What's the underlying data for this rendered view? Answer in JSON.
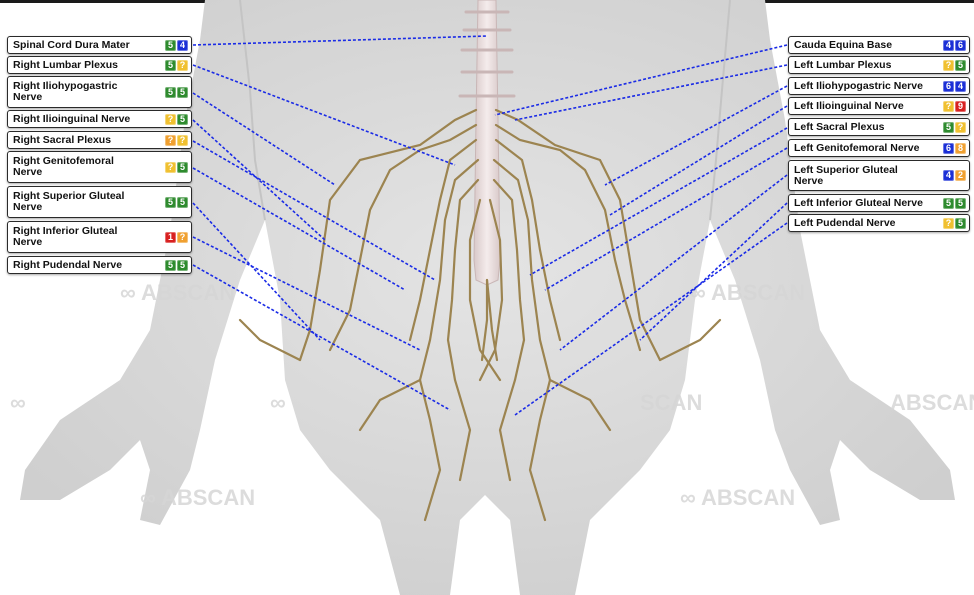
{
  "right_labels": [
    {
      "name": "Spinal Cord Dura Mater",
      "badges": [
        "5",
        "4"
      ],
      "colors": [
        "green",
        "blue"
      ]
    },
    {
      "name": "Right Lumbar Plexus",
      "badges": [
        "5",
        "?"
      ],
      "colors": [
        "green",
        "yellow"
      ]
    },
    {
      "name": "Right Iliohypogastric Nerve",
      "badges": [
        "5",
        "5"
      ],
      "colors": [
        "green",
        "green"
      ]
    },
    {
      "name": "Right Ilioinguinal Nerve",
      "badges": [
        "?",
        "5"
      ],
      "colors": [
        "yellow",
        "green"
      ]
    },
    {
      "name": "Right Sacral Plexus",
      "badges": [
        "?",
        "?"
      ],
      "colors": [
        "orange",
        "yellow"
      ]
    },
    {
      "name": "Right Genitofemoral Nerve",
      "badges": [
        "?",
        "5"
      ],
      "colors": [
        "yellow",
        "green"
      ]
    },
    {
      "name": "Right Superior Gluteal Nerve",
      "badges": [
        "5",
        "5"
      ],
      "colors": [
        "green",
        "green"
      ]
    },
    {
      "name": "Right Inferior Gluteal Nerve",
      "badges": [
        "1",
        "?"
      ],
      "colors": [
        "red",
        "orange"
      ]
    },
    {
      "name": "Right Pudendal Nerve",
      "badges": [
        "5",
        "5"
      ],
      "colors": [
        "green",
        "green"
      ]
    }
  ],
  "left_labels": [
    {
      "name": "Cauda Equina Base",
      "badges": [
        "4",
        "6"
      ],
      "colors": [
        "blue",
        "blue"
      ]
    },
    {
      "name": "Left Lumbar Plexus",
      "badges": [
        "?",
        "5"
      ],
      "colors": [
        "yellow",
        "green"
      ]
    },
    {
      "name": "Left Iliohypogastric Nerve",
      "badges": [
        "6",
        "4"
      ],
      "colors": [
        "blue",
        "blue"
      ]
    },
    {
      "name": "Left Ilioinguinal Nerve",
      "badges": [
        "?",
        "9"
      ],
      "colors": [
        "yellow",
        "red"
      ]
    },
    {
      "name": "Left Sacral Plexus",
      "badges": [
        "5",
        "?"
      ],
      "colors": [
        "green",
        "yellow"
      ]
    },
    {
      "name": "Left Genitofemoral Nerve",
      "badges": [
        "6",
        "8"
      ],
      "colors": [
        "blue",
        "orange"
      ]
    },
    {
      "name": "Left Superior Gluteal Nerve",
      "badges": [
        "4",
        "2"
      ],
      "colors": [
        "blue",
        "orange"
      ]
    },
    {
      "name": "Left Inferior Gluteal Nerve",
      "badges": [
        "5",
        "5"
      ],
      "colors": [
        "green",
        "green"
      ]
    },
    {
      "name": "Left Pudendal Nerve",
      "badges": [
        "?",
        "5"
      ],
      "colors": [
        "yellow",
        "green"
      ]
    }
  ],
  "watermark": "ABSCAN",
  "colors": {
    "leader_line": "#1a2be6",
    "nerve": "#9c8450",
    "body": "#d7d7d7",
    "spine": "#e8dede"
  }
}
